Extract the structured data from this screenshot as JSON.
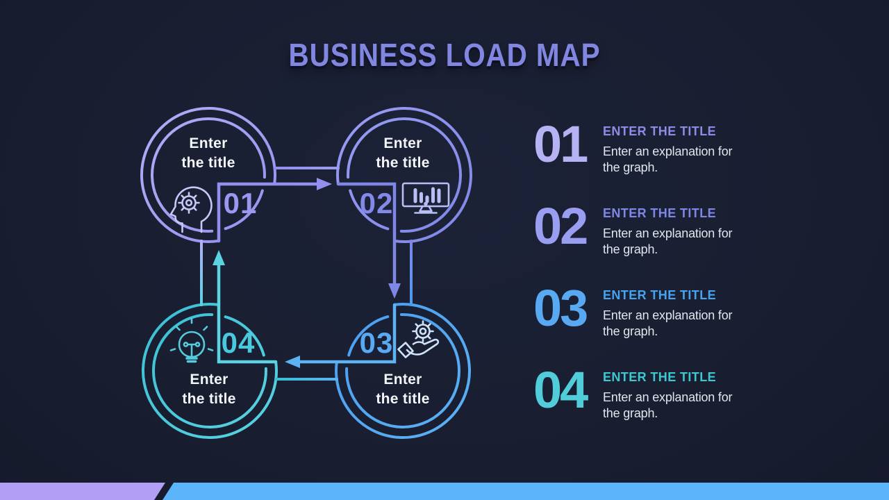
{
  "slide": {
    "title": "BUSINESS LOAD MAP",
    "background_color": "#191e31"
  },
  "diagram": {
    "nodes": [
      {
        "number": "01",
        "label_line1": "Enter",
        "label_line2": "the title",
        "icon": "head-gear-icon",
        "color": "#b3aef6",
        "color2": "#948fee",
        "icon_color": "#c9c7f7",
        "number_color": "#9b96f0"
      },
      {
        "number": "02",
        "label_line1": "Enter",
        "label_line2": "the title",
        "icon": "monitor-chart-icon",
        "color": "#9a9df2",
        "color2": "#7e86e6",
        "icon_color": "#b7bff4",
        "number_color": "#8289e8"
      },
      {
        "number": "03",
        "label_line1": "Enter",
        "label_line2": "the title",
        "icon": "hand-gear-icon",
        "color": "#4a9cf0",
        "color2": "#5cb2f2",
        "icon_color": "#cfe2f8",
        "number_color": "#58aaf2"
      },
      {
        "number": "04",
        "label_line1": "Enter",
        "label_line2": "the title",
        "icon": "lightbulb-icon",
        "color": "#3abfd3",
        "color2": "#5bd3e2",
        "icon_color": "#55cbde",
        "number_color": "#49c9db"
      }
    ]
  },
  "legend": {
    "items": [
      {
        "number": "01",
        "title": "ENTER THE TITLE",
        "description": "Enter an explanation for the graph.",
        "number_color": "#b7b2f3",
        "title_color": "#8d8ce5"
      },
      {
        "number": "02",
        "title": "ENTER THE TITLE",
        "description": "Enter an explanation for the graph.",
        "number_color": "#9a9ef1",
        "title_color": "#7e87e3"
      },
      {
        "number": "03",
        "title": "ENTER THE TITLE",
        "description": "Enter an explanation for the graph.",
        "number_color": "#58a9f1",
        "title_color": "#46a3ee"
      },
      {
        "number": "04",
        "title": "ENTER THE TITLE",
        "description": "Enter an explanation for the graph.",
        "number_color": "#50cdd9",
        "title_color": "#3dc8cf"
      }
    ]
  },
  "footer": {
    "stripe_left_color": "#b29ef4",
    "stripe_right_color": "#5cb5fa"
  }
}
